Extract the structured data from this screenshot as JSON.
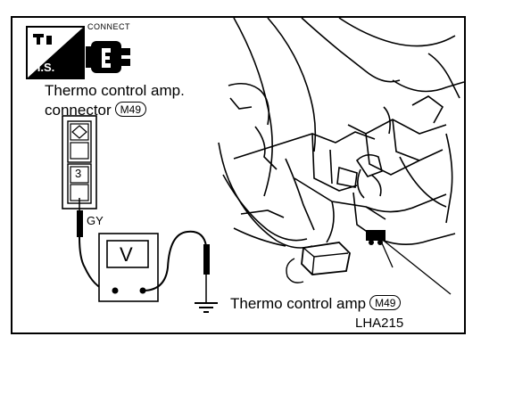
{
  "icon": {
    "connect_label": "CONNECT",
    "hs_label": "H.S.",
    "name": "connect-harness-icon"
  },
  "connector": {
    "title_line1": "Thermo control amp.",
    "title_line2": "connector",
    "code": "M49",
    "terminal": "3",
    "wire_color": "GY"
  },
  "meter": {
    "label": "V"
  },
  "callout": {
    "label": "Thermo control amp",
    "code": "M49"
  },
  "figure_id": "LHA215"
}
